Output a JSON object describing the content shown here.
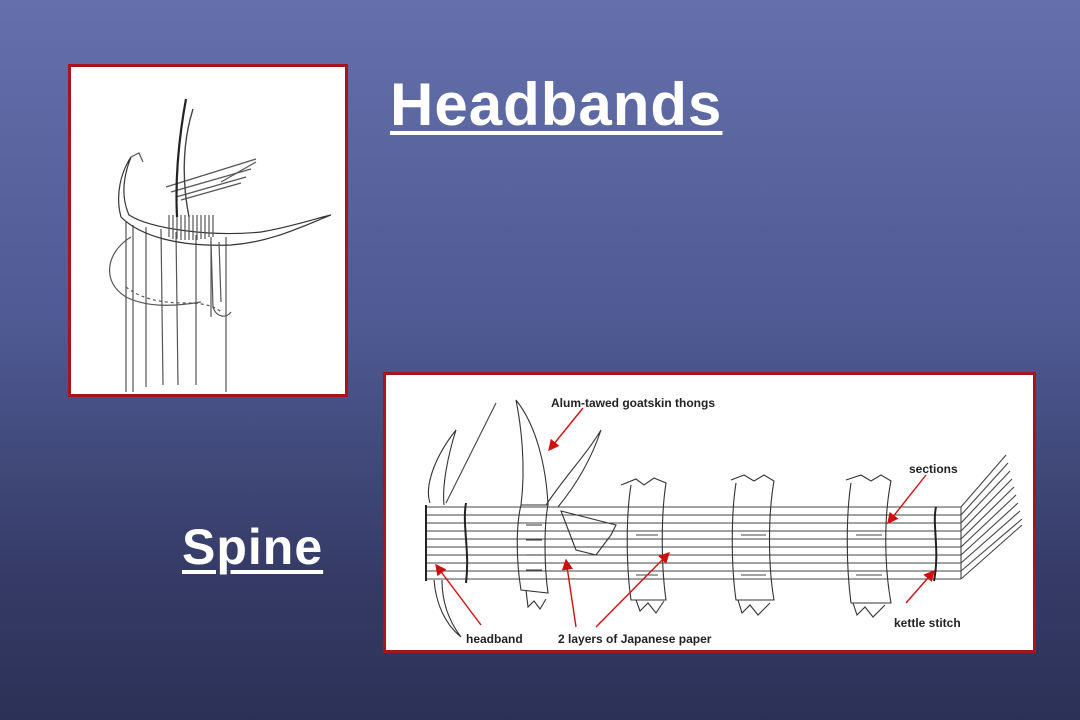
{
  "slide": {
    "title": "Headbands",
    "spine_label": "Spine"
  },
  "spine_diagram": {
    "labels": {
      "thongs": "Alum-tawed goatskin thongs",
      "sections": "sections",
      "kettle_stitch": "kettle stitch",
      "headband": "headband",
      "japanese_paper": "2 layers of Japanese paper"
    }
  },
  "colors": {
    "frame_border": "#a8141a",
    "arrow": "#d01010",
    "text": "#ffffff"
  }
}
